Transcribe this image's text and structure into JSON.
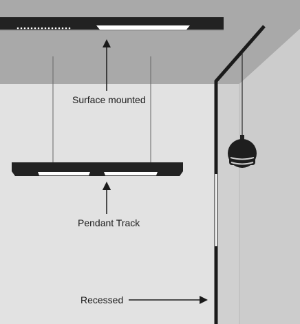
{
  "labels": {
    "surface": "Surface mounted",
    "pendant": "Pendant Track",
    "recessed": "Recessed"
  },
  "colors": {
    "ceiling": "#a9a9a9",
    "back_wall": "#e2e2e2",
    "side_wall": "#d0d0d0",
    "track": "#222222",
    "light": "#ffffff"
  }
}
